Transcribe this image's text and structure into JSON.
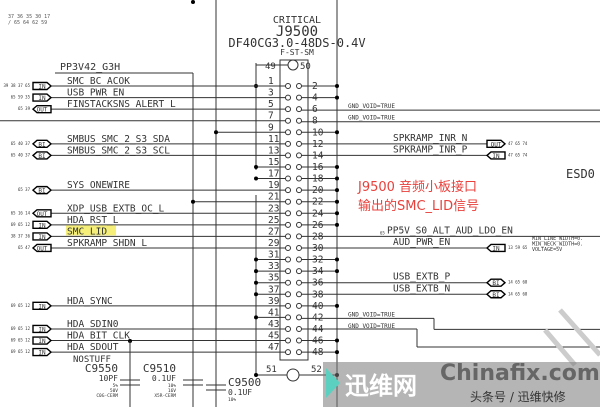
{
  "connector": {
    "critical": "CRITICAL",
    "refdes": "J9500",
    "part": "DF40CG3.0-48DS-0.4V",
    "subpart": "F-ST-SM",
    "mount_pins": [
      "49",
      "50",
      "51",
      "52"
    ]
  },
  "power": {
    "name": "PP3V42_G3H",
    "refs": "37 36 35 30 17 / 65 64 62 59"
  },
  "left_pins": [
    {
      "pin": "1",
      "net": "SMC_BC_ACOK",
      "dir": "IN",
      "refs": "39 38 37 65"
    },
    {
      "pin": "3",
      "net": "USB_PWR_EN",
      "dir": "IN",
      "refs": "65 59 35"
    },
    {
      "pin": "5",
      "net": "FINSTACKSNS_ALERT_L",
      "dir": "OUT",
      "refs": "65 39"
    },
    {
      "pin": "7",
      "net": "",
      "dir": "",
      "refs": ""
    },
    {
      "pin": "9",
      "net": "",
      "dir": "",
      "refs": ""
    },
    {
      "pin": "11",
      "net": "SMBUS_SMC_2_S3_SDA",
      "dir": "BI",
      "refs": "65 40 37"
    },
    {
      "pin": "13",
      "net": "SMBUS_SMC_2_S3_SCL",
      "dir": "BI",
      "refs": "65 40 37"
    },
    {
      "pin": "15",
      "net": "",
      "dir": "",
      "refs": ""
    },
    {
      "pin": "17",
      "net": "",
      "dir": "",
      "refs": ""
    },
    {
      "pin": "19",
      "net": "SYS_ONEWIRE",
      "dir": "BI",
      "refs": "65 37"
    },
    {
      "pin": "21",
      "net": "",
      "dir": "",
      "refs": ""
    },
    {
      "pin": "23",
      "net": "XDP_USB_EXTB_OC_L",
      "dir": "OUT",
      "refs": "65 16 14"
    },
    {
      "pin": "25",
      "net": "HDA_RST_L",
      "dir": "IN",
      "refs": "69 65 12"
    },
    {
      "pin": "27",
      "net": "SMC_LID",
      "dir": "IN",
      "refs": "38 37 36",
      "highlight": true
    },
    {
      "pin": "29",
      "net": "SPKRAMP_SHDN_L",
      "dir": "OUT",
      "refs": "65 47"
    },
    {
      "pin": "31",
      "net": "",
      "dir": "",
      "refs": ""
    },
    {
      "pin": "33",
      "net": "",
      "dir": "",
      "refs": ""
    },
    {
      "pin": "35",
      "net": "",
      "dir": "",
      "refs": ""
    },
    {
      "pin": "37",
      "net": "",
      "dir": "",
      "refs": ""
    },
    {
      "pin": "39",
      "net": "HDA_SYNC",
      "dir": "IN",
      "refs": "69 65 12"
    },
    {
      "pin": "41",
      "net": "",
      "dir": "",
      "refs": ""
    },
    {
      "pin": "43",
      "net": "HDA_SDIN0",
      "dir": "IN",
      "refs": "69 65 12"
    },
    {
      "pin": "45",
      "net": "HDA_BIT_CLK",
      "dir": "IN",
      "refs": "69 65 12"
    },
    {
      "pin": "47",
      "net": "HDA_SDOUT",
      "dir": "IN",
      "refs": "69 65 12"
    }
  ],
  "right_pins": [
    {
      "pin": "2",
      "net": "",
      "dir": "",
      "refs": ""
    },
    {
      "pin": "4",
      "net": "",
      "dir": "",
      "refs": ""
    },
    {
      "pin": "6",
      "net": "GND_VOID=TRUE",
      "dir": "",
      "refs": ""
    },
    {
      "pin": "8",
      "net": "GND_VOID=TRUE",
      "dir": "",
      "refs": ""
    },
    {
      "pin": "10",
      "net": "",
      "dir": "",
      "refs": ""
    },
    {
      "pin": "12",
      "net": "SPKRAMP_INR_N",
      "dir": "OUT",
      "refs": "47 65 74"
    },
    {
      "pin": "14",
      "net": "SPKRAMP_INR_P",
      "dir": "IN",
      "refs": "47 65 74"
    },
    {
      "pin": "16",
      "net": "",
      "dir": "",
      "refs": ""
    },
    {
      "pin": "18",
      "net": "",
      "dir": "",
      "refs": ""
    },
    {
      "pin": "20",
      "net": "",
      "dir": "",
      "refs": ""
    },
    {
      "pin": "22",
      "net": "",
      "dir": "",
      "refs": ""
    },
    {
      "pin": "24",
      "net": "",
      "dir": "",
      "refs": ""
    },
    {
      "pin": "26",
      "net": "",
      "dir": "",
      "refs": ""
    },
    {
      "pin": "28",
      "net": "PP5V_S0_ALT_AUD_LDO_EN",
      "dir": "",
      "refs": "65"
    },
    {
      "pin": "30",
      "net": "AUD_PWR_EN",
      "dir": "IN",
      "refs": "13 59 65"
    },
    {
      "pin": "32",
      "net": "",
      "dir": "",
      "refs": ""
    },
    {
      "pin": "34",
      "net": "",
      "dir": "",
      "refs": ""
    },
    {
      "pin": "36",
      "net": "USB_EXTB_P",
      "dir": "BI",
      "refs": "14 65 68"
    },
    {
      "pin": "38",
      "net": "USB_EXTB_N",
      "dir": "BI",
      "refs": "14 65 68"
    },
    {
      "pin": "40",
      "net": "",
      "dir": "",
      "refs": ""
    },
    {
      "pin": "42",
      "net": "GND_VOID=TRUE",
      "dir": "",
      "refs": ""
    },
    {
      "pin": "44",
      "net": "GND_VOID=TRUE",
      "dir": "",
      "refs": ""
    },
    {
      "pin": "46",
      "net": "",
      "dir": "",
      "refs": ""
    },
    {
      "pin": "48",
      "net": "",
      "dir": "",
      "refs": ""
    }
  ],
  "net_props": [
    "MIN_LINE_WIDTH=0.",
    "MIN_NECK_WIDTH=0.",
    "VOLTAGE=5V"
  ],
  "esd_label": "ESD0",
  "caps": [
    {
      "stuff": "NOSTUFF",
      "ref": "C9550",
      "value": "10PF",
      "tol": "5%",
      "volt": "50V",
      "type": "C0G-CERM"
    },
    {
      "ref": "C9510",
      "value": "0.1UF",
      "tol": "10%",
      "volt": "16V",
      "type": "X5R-CERM"
    },
    {
      "ref": "C9500",
      "value": "0.1UF",
      "tol": "10%"
    }
  ],
  "annotation": {
    "line1": "J9500 音频小板接口",
    "line2": "输出的SMC_LID信号"
  },
  "watermark": {
    "brand_cn": "迅维网",
    "brand_en": "Chinafix.com",
    "sub": "头条号 / 迅维快修"
  },
  "colors": {
    "line": "#333333",
    "highlight": "#f5ef7a",
    "annotation": "#e8413c"
  }
}
